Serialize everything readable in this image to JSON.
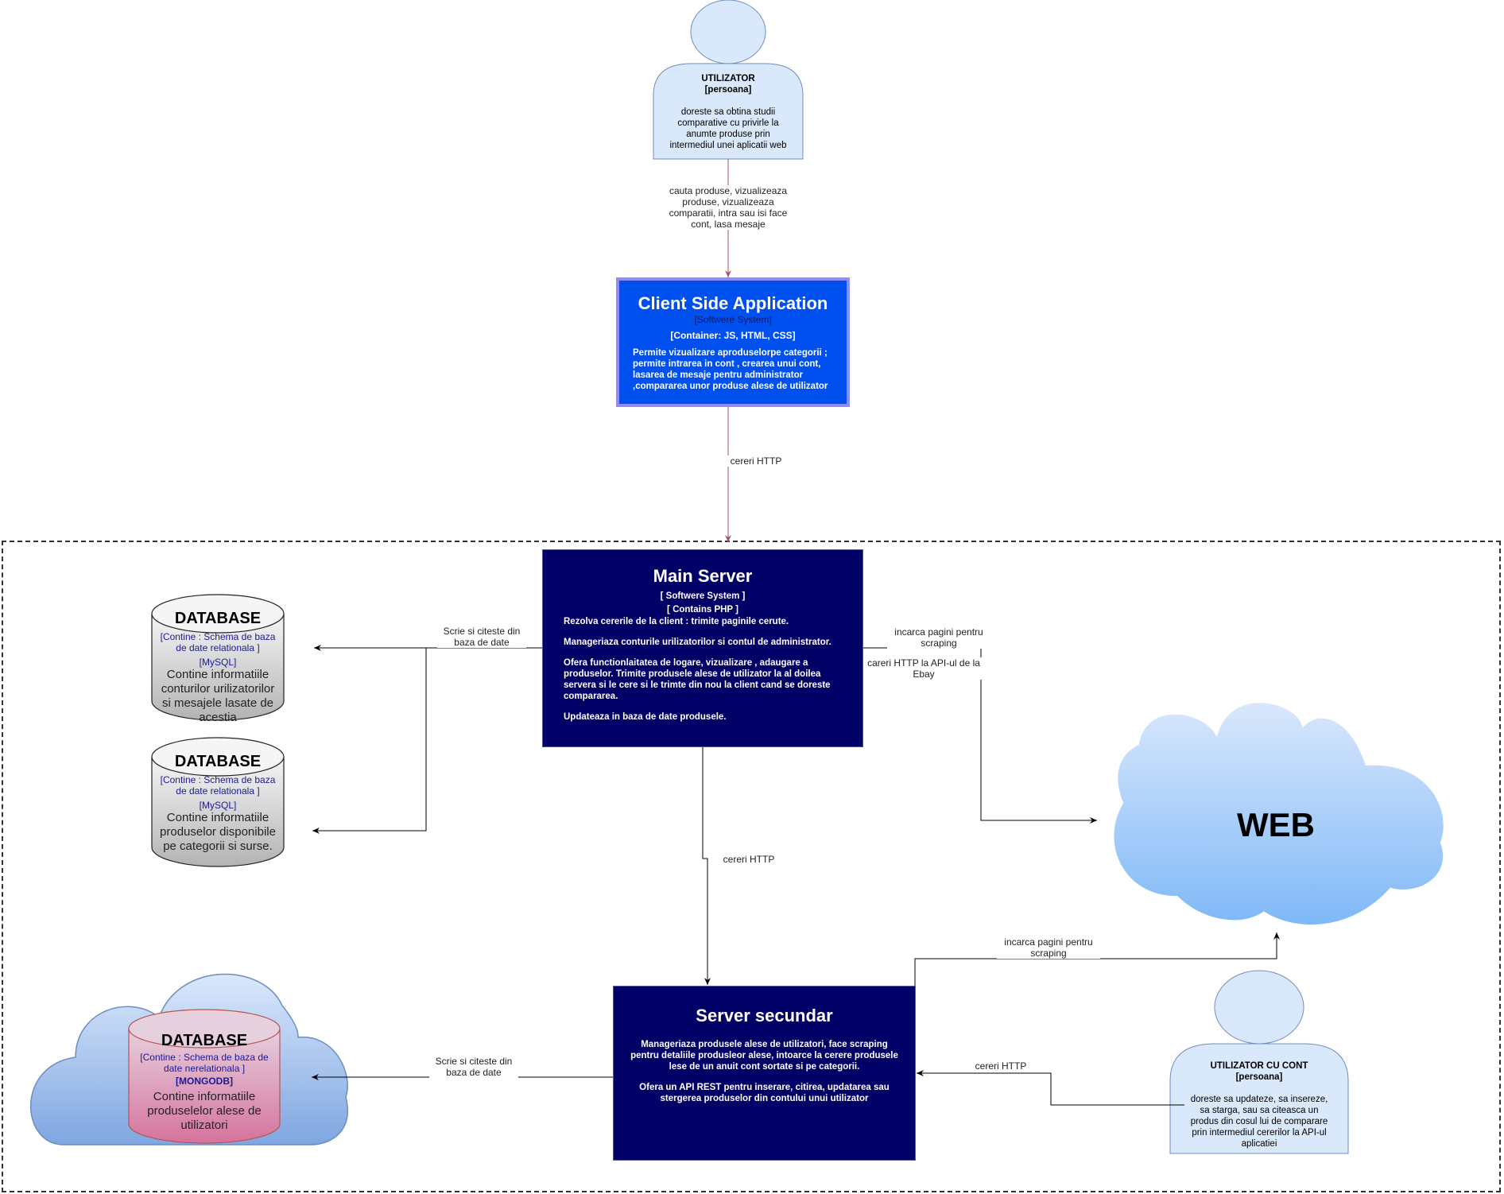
{
  "user": {
    "title": "UTILIZATOR",
    "type": "[persoana]",
    "description": "doreste sa obtina studii comparative cu privirle la anumte produse prin intermediul unei aplicatii web"
  },
  "client_app": {
    "title": "Client Side Application",
    "subtitle": "[Softwere System]",
    "container": "[Container: JS, HTML, CSS]",
    "description": "Permite vizualizare aproduselorpe categorii ; permite intrarea in cont , crearea unui cont, lasarea de mesaje pentru administrator ,compararea unor produse alese de utilizator"
  },
  "main_server": {
    "title": "Main Server",
    "subtitle": "[ Softwere System ]",
    "container": "[ Contains PHP ]",
    "paragraphs": [
      "Rezolva cererile de la client : trimite paginile cerute.",
      "Manageriaza conturile urilizatorilor si contul de administrator.",
      "Ofera functionlaitatea de logare, vizualizare , adaugare a produselor. Trimite produsele alese de utilizator la al doilea servera si le cere si le trimte din nou la client cand se doreste compararea.",
      "Updateaza in baza de date produsele."
    ]
  },
  "db_accounts": {
    "title": "DATABASE",
    "tech1": "[Contine : Schema de baza de date relationala ]",
    "tech2": "[MySQL]",
    "description": "Contine informatiile conturilor urilizatorilor si mesajele lasate de acestia"
  },
  "db_products": {
    "title": "DATABASE",
    "tech1": "[Contine : Schema de baza de date relationala ]",
    "tech2": "[MySQL]",
    "description": "Contine informatiile produselor disponibile pe categorii si surse."
  },
  "web": {
    "label": "WEB"
  },
  "server_secundar": {
    "title": "Server secundar",
    "paragraphs": [
      "Manageriaza produsele alese de utilizatori, face scraping pentru detaliile produsleor alese, intoarce la cerere produsele lese de un anuit cont sortate si pe categorii.",
      "Ofera un API REST pentru inserare, citirea, updatarea sau stergerea produselor din contului unui utilizator"
    ]
  },
  "db_mongo": {
    "title": "DATABASE",
    "tech1": "[Contine : Schema de baza de date nerelationala ]",
    "tech2": "[MONGODB]",
    "description": "Contine informatiile produselelor alese de utilizatori"
  },
  "user_account": {
    "title": "UTILIZATOR CU CONT",
    "type": "[persoana]",
    "description": "doreste sa updateze, sa insereze, sa starga, sau sa citeasca un produs din cosul lui de comparare prin intermediul cererilor la API-ul aplicatiei"
  },
  "edges": {
    "user_to_client": "cauta produse, vizualizeaza produse, vizualizeaza comparatii, intra sau isi face cont, lasa mesaje",
    "client_to_main": "cereri HTTP",
    "main_to_db": "Scrie si citeste din baza de date",
    "main_to_web_scraping": "incarca pagini pentru scraping",
    "main_to_web_api": "careri HTTP la API-ul de la Ebay",
    "main_to_secundar": "cereri HTTP",
    "secundar_to_web": "incarca pagini pentru scraping",
    "secundar_to_mongo": "Scrie si citeste din baza de date",
    "user_account_to_secundar": "cereri HTTP"
  },
  "colors": {
    "person_fill": "#dae8fc",
    "person_stroke": "#6c8ebf",
    "client_fill": "#0050ef",
    "client_border": "#8c8cff",
    "server_fill": "#000066",
    "db_gray_top": "#f5f5f5",
    "db_gray_bottom": "#b3b3b3",
    "db_pink_top": "#e6d0de",
    "db_pink_bottom": "#d5739d",
    "cloud_light": "#dae8fc",
    "cloud_dark": "#7ea6e0",
    "edge_pink": "#a0507a"
  }
}
